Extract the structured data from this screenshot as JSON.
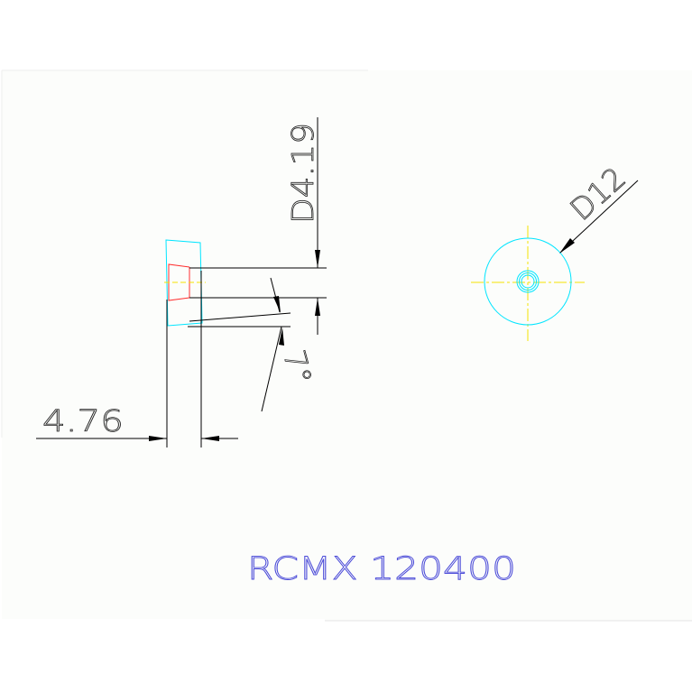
{
  "drawing": {
    "part_code": "RCMX 120400",
    "dim_diameter_hole": "D4.19",
    "dim_diameter_outer": "D12",
    "dim_thickness": "4.76",
    "dim_angle": "7°"
  },
  "colors": {
    "sheet_bg": "#fcfdfb",
    "line_black": "#000000",
    "outline_cyan": "#00e5ff",
    "hidden_red": "#ff3030",
    "center_yellow": "#f5e400",
    "title_blue": "#4b4bd8"
  }
}
